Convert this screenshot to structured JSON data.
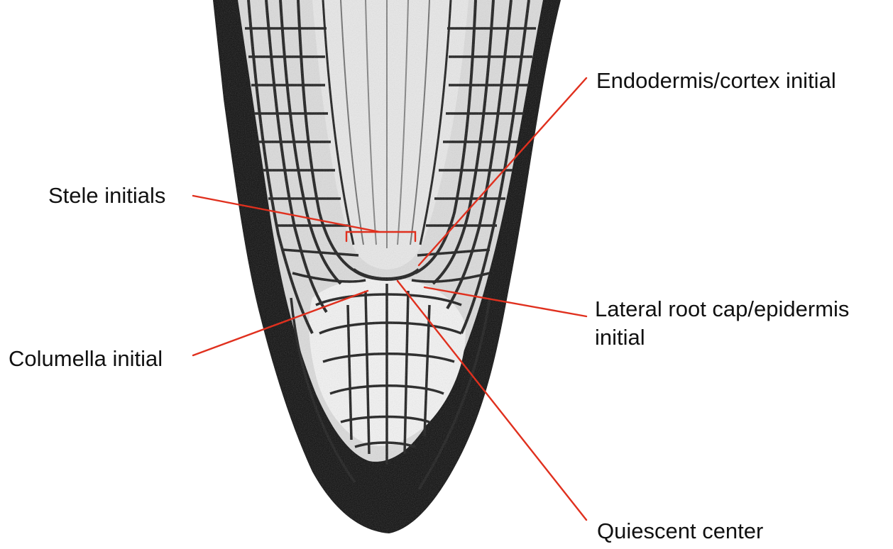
{
  "labels": {
    "endodermis_cortex_initial": "Endodermis/cortex initial",
    "stele_initials": "Stele initials",
    "lateral_root_cap_line1": "Lateral root cap/epidermis",
    "lateral_root_cap_line2": "initial",
    "columella_initial": "Columella initial",
    "quiescent_center": "Quiescent center"
  },
  "colors": {
    "leader_line": "#e0301e",
    "root_tissue": "#0d0d0d",
    "cell_interior": "#f2f2f2",
    "background": "#ffffff"
  }
}
